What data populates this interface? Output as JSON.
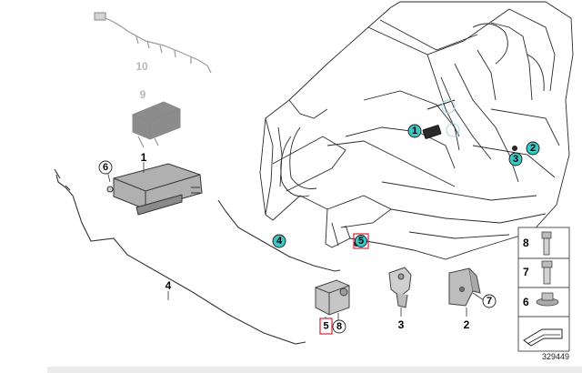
{
  "diagram": {
    "reference_number": "329449",
    "part_labels": {
      "p10": "10",
      "p9": "9",
      "p1": "1",
      "p6": "6",
      "p4": "4",
      "p5": "5",
      "p8": "8",
      "p3": "3",
      "p2": "2",
      "p7": "7"
    },
    "callouts": {
      "body_1": "1",
      "body_2": "2",
      "body_3": "3",
      "body_4": "4",
      "body_5": "5"
    },
    "legend": [
      {
        "number": "8",
        "icon": "pin-bolt-icon"
      },
      {
        "number": "7",
        "icon": "flange-bolt-icon"
      },
      {
        "number": "6",
        "icon": "hex-nut-bolt-icon"
      }
    ],
    "colors": {
      "callout_fill": "#3cc6c6",
      "highlight_box": "#d9233a",
      "line": "#1a1a1a",
      "faded": "#b8b8b8"
    }
  }
}
